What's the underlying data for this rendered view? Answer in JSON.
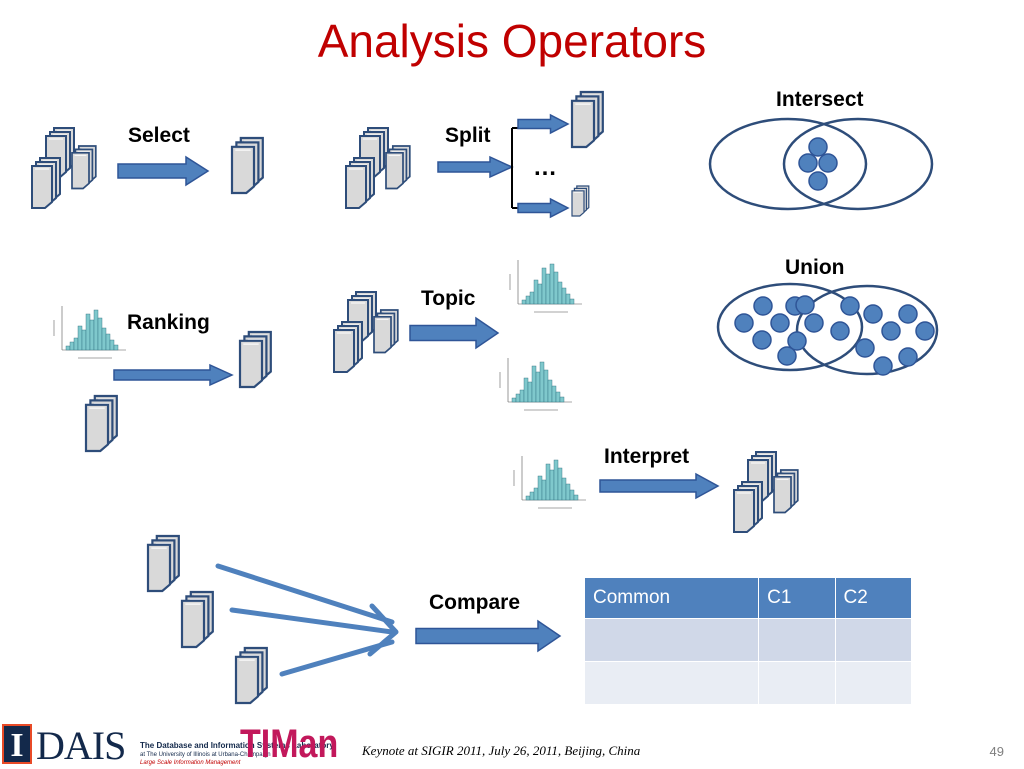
{
  "slide": {
    "title": "Analysis Operators",
    "footer": "Keynote at SIGIR 2011,  July 26, 2011, Beijing, China",
    "page_number": "49"
  },
  "operators": {
    "select": "Select",
    "split": "Split",
    "split_ellipsis": "…",
    "intersect": "Intersect",
    "union": "Union",
    "ranking": "Ranking",
    "topic": "Topic",
    "interpret": "Interpret",
    "compare": "Compare"
  },
  "compare_table": {
    "headers": [
      "Common",
      "C1",
      "C2"
    ]
  },
  "logos": {
    "i_mark": "I",
    "dais": "DAIS",
    "lab_name": "The Database and Information Systems Laboratory",
    "lab_affiliation": "at The University of Illinois at Urbana-Champaign",
    "lab_tagline": "Large Scale Information Management",
    "timan": "TIMan"
  },
  "colors": {
    "title": "#c00000",
    "arrow_fill": "#4f81bd",
    "arrow_stroke": "#2f5597",
    "doc_fill": "#d9d9d9",
    "doc_stroke": "#2e4d7a",
    "histogram_bar": "#7fc8cc",
    "table_header": "#4f81bd"
  }
}
